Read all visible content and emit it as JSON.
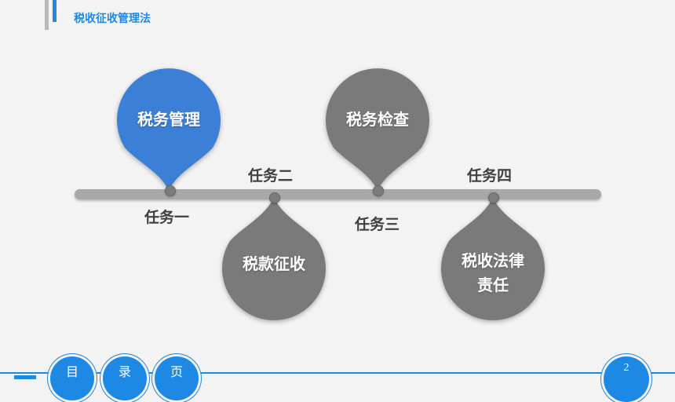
{
  "header": {
    "title": "税收征收管理法"
  },
  "timeline": {
    "pins": [
      {
        "label": "税务管理",
        "color": "#3b7fd6"
      },
      {
        "label": "税款征收",
        "color": "#7a7a7a"
      },
      {
        "label": "税务检查",
        "color": "#7a7a7a"
      },
      {
        "label_line1": "税收法律",
        "label_line2": "责任",
        "color": "#7a7a7a"
      }
    ],
    "tasks": [
      "任务一",
      "任务二",
      "任务三",
      "任务四"
    ]
  },
  "footer": {
    "nav": [
      "目",
      "录",
      "页"
    ],
    "page_number": "2"
  },
  "colors": {
    "accent": "#1e88e5",
    "pin_active": "#3b7fd6",
    "pin_default": "#7a7a7a"
  }
}
